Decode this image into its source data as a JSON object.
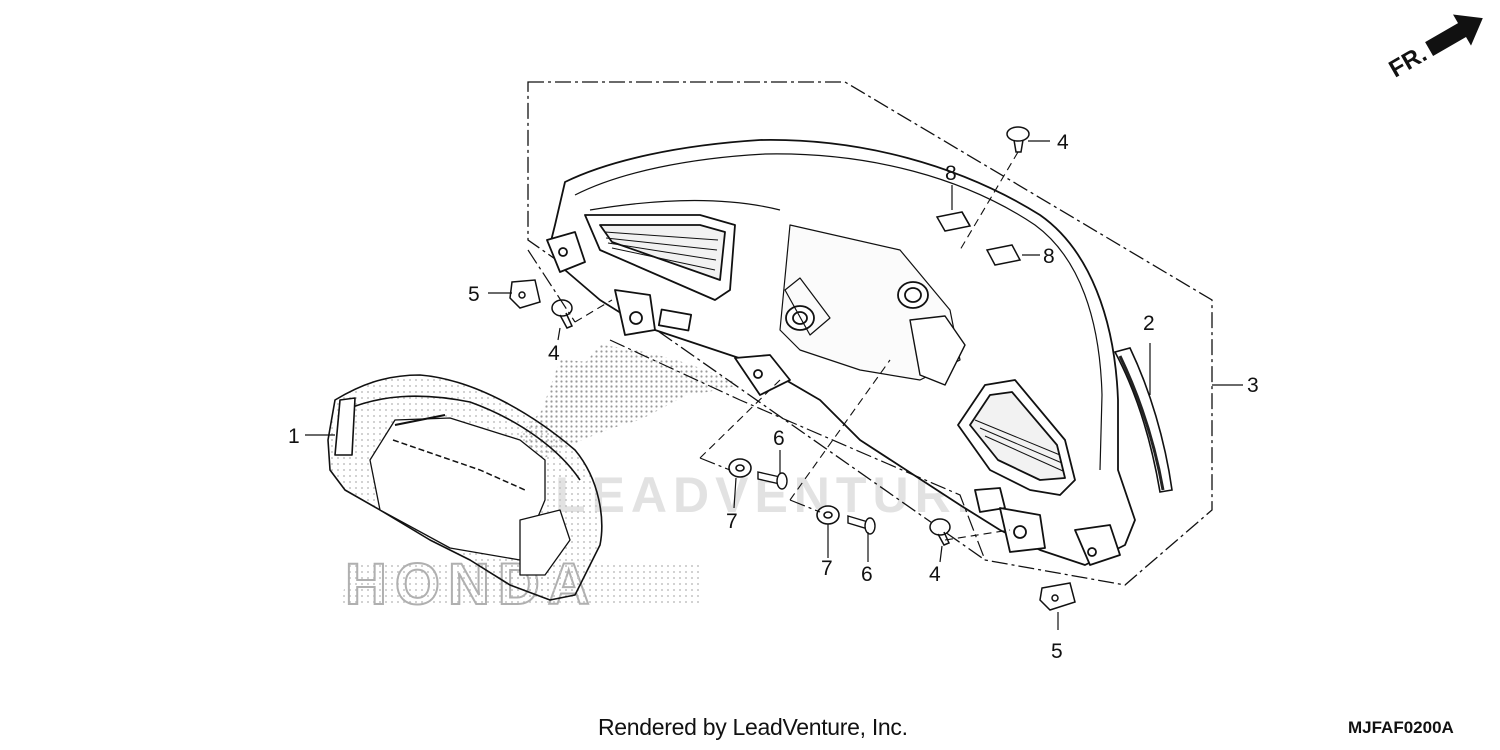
{
  "diagram": {
    "direction_marker": "FR.",
    "watermark_brand": "HONDA",
    "watermark_text": "LEADVENTURE",
    "footer_credit": "Rendered by LeadVenture, Inc.",
    "diagram_code": "MJFAF0200A",
    "callouts": [
      {
        "id": "c1",
        "label": "1"
      },
      {
        "id": "c2",
        "label": "2"
      },
      {
        "id": "c3",
        "label": "3"
      },
      {
        "id": "c4a",
        "label": "4"
      },
      {
        "id": "c4b",
        "label": "4"
      },
      {
        "id": "c4c",
        "label": "4"
      },
      {
        "id": "c5a",
        "label": "5"
      },
      {
        "id": "c5b",
        "label": "5"
      },
      {
        "id": "c6a",
        "label": "6"
      },
      {
        "id": "c6b",
        "label": "6"
      },
      {
        "id": "c7a",
        "label": "7"
      },
      {
        "id": "c7b",
        "label": "7"
      },
      {
        "id": "c8a",
        "label": "8"
      },
      {
        "id": "c8b",
        "label": "8"
      }
    ]
  }
}
